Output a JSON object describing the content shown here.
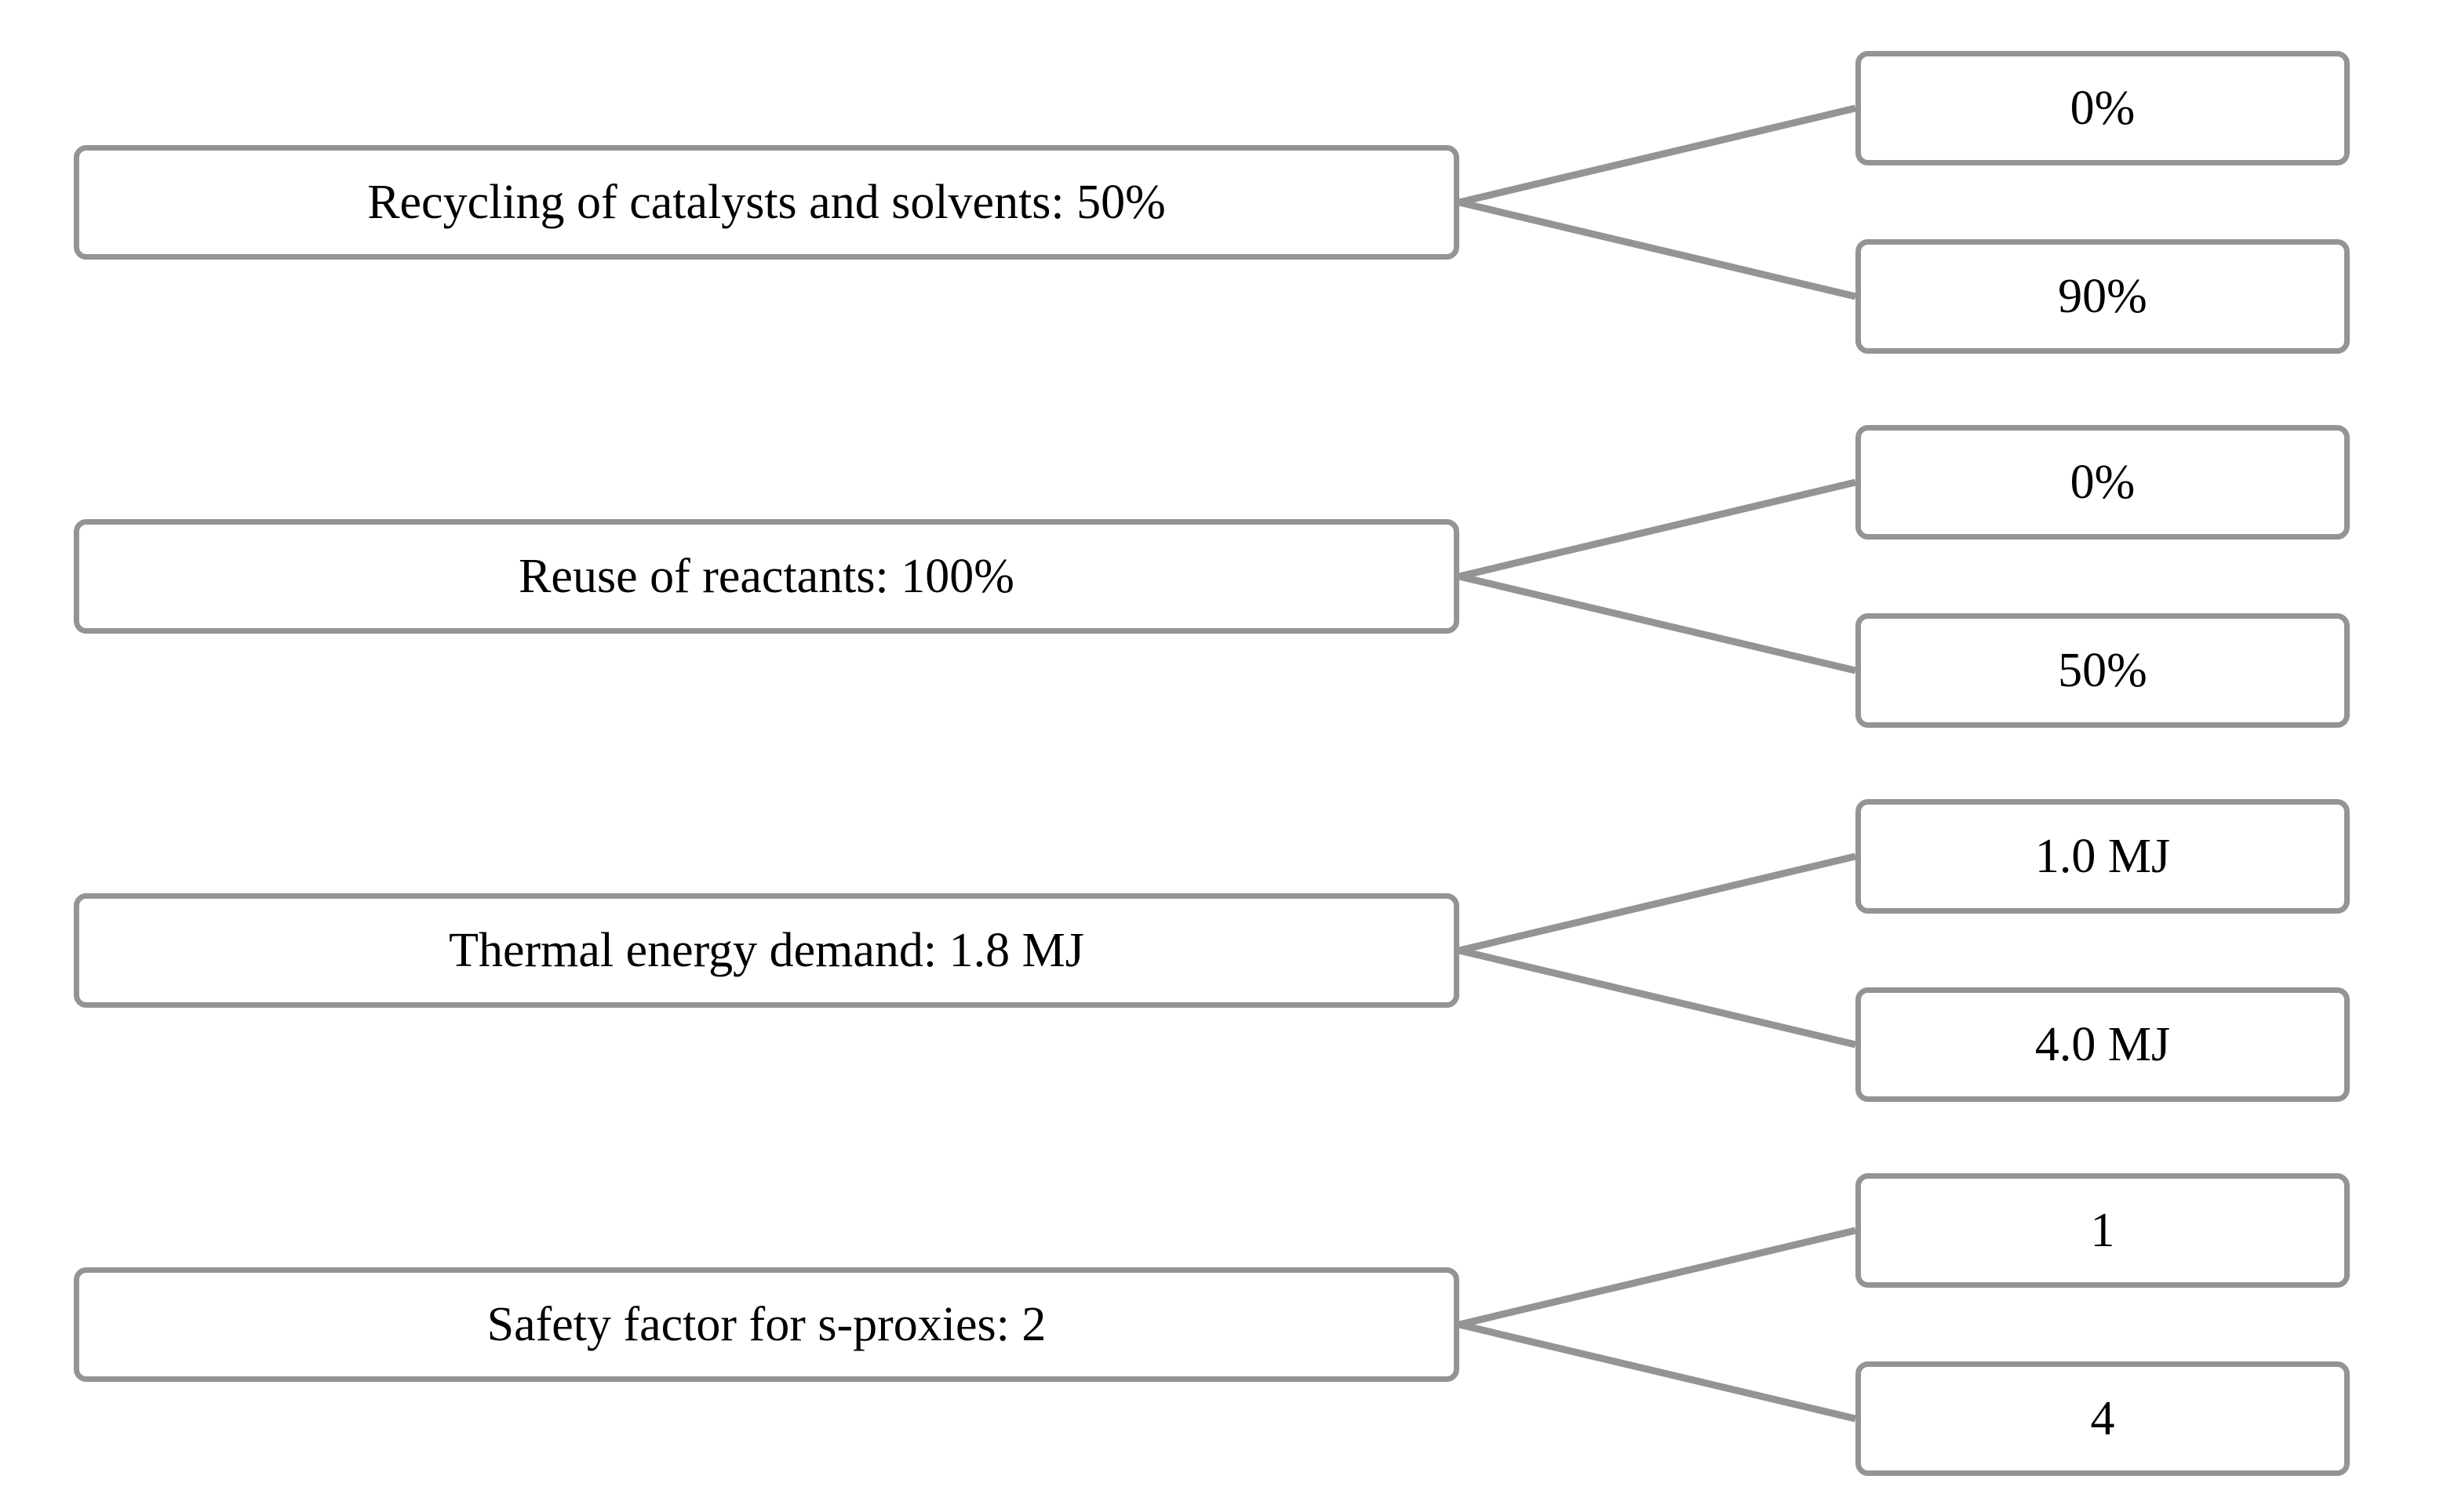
{
  "diagram": {
    "type": "sensitivity-analysis-tree",
    "orientation": "left-to-right",
    "colors": {
      "box_border": "#949494",
      "box_fill": "#ffffff",
      "connector": "#949494",
      "text": "#000000"
    },
    "groups": [
      {
        "parent": {
          "label": "Recycling of catalysts and solvents: 50%",
          "parameter": "Recycling of catalysts and solvents",
          "base_value": "50%"
        },
        "children": [
          {
            "label": "0%"
          },
          {
            "label": "90%"
          }
        ]
      },
      {
        "parent": {
          "label": "Reuse of reactants: 100%",
          "parameter": "Reuse of reactants",
          "base_value": "100%"
        },
        "children": [
          {
            "label": "0%"
          },
          {
            "label": "50%"
          }
        ]
      },
      {
        "parent": {
          "label": "Thermal energy demand: 1.8 MJ",
          "parameter": "Thermal energy demand",
          "base_value": "1.8 MJ"
        },
        "children": [
          {
            "label": "1.0 MJ"
          },
          {
            "label": "4.0 MJ"
          }
        ]
      },
      {
        "parent": {
          "label": "Safety factor for s-proxies: 2",
          "parameter": "Safety factor for s-proxies",
          "base_value": "2"
        },
        "children": [
          {
            "label": "1"
          },
          {
            "label": "4"
          }
        ]
      }
    ]
  }
}
